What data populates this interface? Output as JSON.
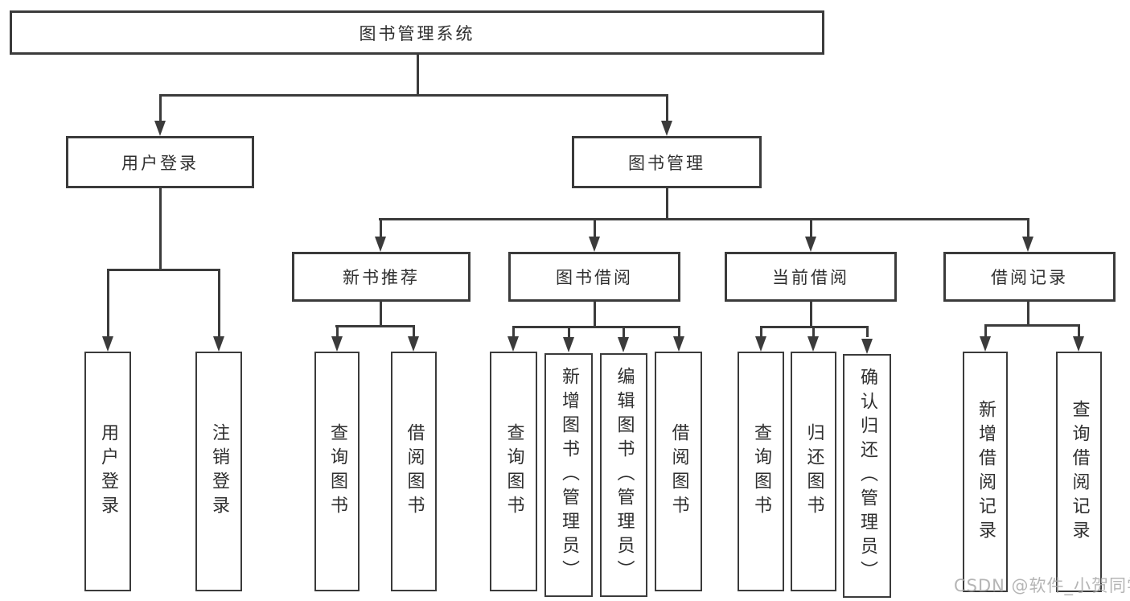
{
  "colors": {
    "line": "#3b3b3b",
    "text": "#2f2f2f",
    "background": "#ffffff",
    "watermark": "#a9a9a9"
  },
  "watermark": "CSDN @软件_小贺同学",
  "tree": {
    "root": {
      "label": "图书管理系统"
    },
    "branches": [
      {
        "label": "用户登录",
        "children": [
          {
            "label": "用户登录"
          },
          {
            "label": "注销登录"
          }
        ]
      },
      {
        "label": "图书管理",
        "children": [
          {
            "label": "新书推荐",
            "children": [
              {
                "label": "查询图书"
              },
              {
                "label": "借阅图书"
              }
            ]
          },
          {
            "label": "图书借阅",
            "children": [
              {
                "label": "查询图书"
              },
              {
                "label": "新增图书（管理员）"
              },
              {
                "label": "编辑图书（管理员）"
              },
              {
                "label": "借阅图书"
              }
            ]
          },
          {
            "label": "当前借阅",
            "children": [
              {
                "label": "查询图书"
              },
              {
                "label": "归还图书"
              },
              {
                "label": "确认归还（管理员）"
              }
            ]
          },
          {
            "label": "借阅记录",
            "children": [
              {
                "label": "新增借阅记录"
              },
              {
                "label": "查询借阅记录"
              }
            ]
          }
        ]
      }
    ]
  }
}
